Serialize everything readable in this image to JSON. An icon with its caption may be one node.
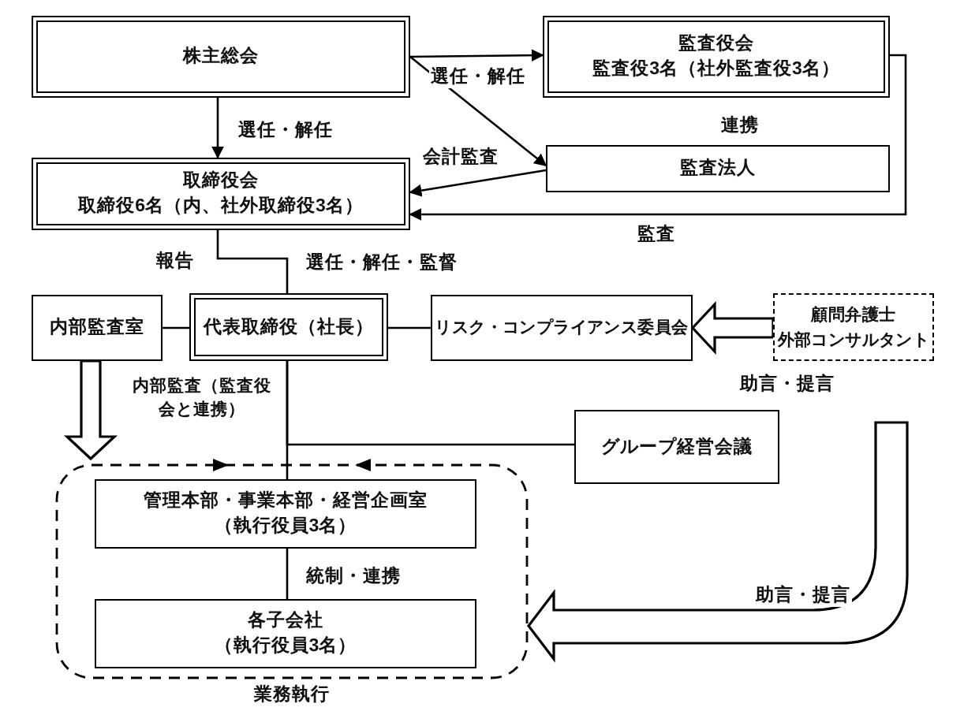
{
  "diagram": {
    "nodes": [
      {
        "text": [
          "株主総会"
        ]
      },
      {
        "text": [
          "監査役会",
          "監査役3名（社外監査役3名）"
        ]
      },
      {
        "text": [
          "取締役会",
          "取締役6名（内、社外取締役3名）"
        ]
      },
      {
        "text": [
          "監査法人"
        ]
      },
      {
        "text": [
          "内部監査室"
        ]
      },
      {
        "text": [
          "代表取締役（社長）"
        ]
      },
      {
        "text": [
          "リスク・コンプライアンス委員会"
        ]
      },
      {
        "text": [
          "顧問弁護士",
          "外部コンサルタント"
        ]
      },
      {
        "text": [
          "グループ経営会議"
        ]
      },
      {
        "text": [
          "業務執行"
        ]
      },
      {
        "text": [
          "管理本部・事業本部・経営企画室",
          "（執行役員3名）"
        ],
        "in": 9
      },
      {
        "text": [
          "各子会社",
          "（執行役員3名）"
        ],
        "in": 9
      }
    ],
    "edges": [
      {
        "from": 0,
        "to": 2,
        "arrow": "to",
        "label": "選任・解任"
      },
      {
        "from": 0,
        "to": 1,
        "arrow": "to",
        "label": "選任・解任"
      },
      {
        "from": 0,
        "to": 3,
        "arrow": "to"
      },
      {
        "from": 3,
        "to": 2,
        "arrow": "to",
        "label": "会計監査"
      },
      {
        "from": 1,
        "to": 2,
        "arrow": "to",
        "label": "監査"
      },
      {
        "from": 2,
        "to": 5,
        "arrow": "none",
        "label": "選任・解任・監督"
      },
      {
        "from": 4,
        "to": 5,
        "arrow": "none"
      },
      {
        "from": 5,
        "to": 6,
        "arrow": "none"
      },
      {
        "from": 7,
        "to": 6,
        "arrow": "to",
        "style": "thick",
        "label": "助言・提言"
      },
      {
        "from": 5,
        "to": 8,
        "arrow": "none"
      },
      {
        "from": 5,
        "to": 10,
        "arrow": "none"
      },
      {
        "from": 10,
        "to": 11,
        "arrow": "none",
        "label": "統制・連携"
      },
      {
        "from": 4,
        "to": 9,
        "arrow": "to",
        "style": "thick",
        "label": "内部監査（監査役会と連携）"
      },
      {
        "from": null,
        "to": 9,
        "arrow": "to",
        "style": "thick",
        "label": "助言・提言"
      }
    ],
    "labels": [
      "連携",
      "報告"
    ]
  }
}
